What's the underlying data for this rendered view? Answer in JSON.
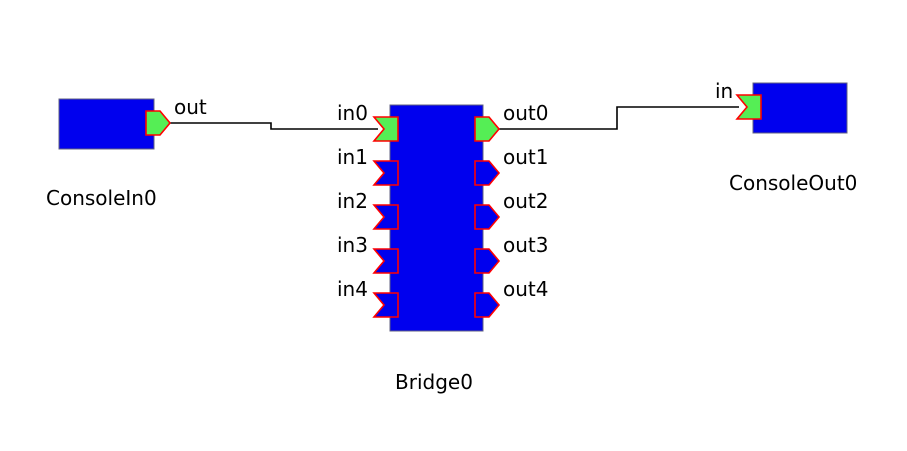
{
  "colors": {
    "block_fill": "#0000ee",
    "port_connected": "#55ee55",
    "port_unconnected": "#0000ee",
    "port_border": "#ff0000",
    "wire": "#000000"
  },
  "blocks": {
    "console_in": {
      "name": "ConsoleIn0",
      "ports": {
        "out": "out"
      }
    },
    "bridge": {
      "name": "Bridge0",
      "inputs": [
        "in0",
        "in1",
        "in2",
        "in3",
        "in4"
      ],
      "outputs": [
        "out0",
        "out1",
        "out2",
        "out3",
        "out4"
      ],
      "connected_inputs": [
        "in0"
      ],
      "connected_outputs": [
        "out0"
      ]
    },
    "console_out": {
      "name": "ConsoleOut0",
      "ports": {
        "in": "in"
      }
    }
  },
  "connections": [
    {
      "from": "ConsoleIn0.out",
      "to": "Bridge0.in0"
    },
    {
      "from": "Bridge0.out0",
      "to": "ConsoleOut0.in"
    }
  ]
}
